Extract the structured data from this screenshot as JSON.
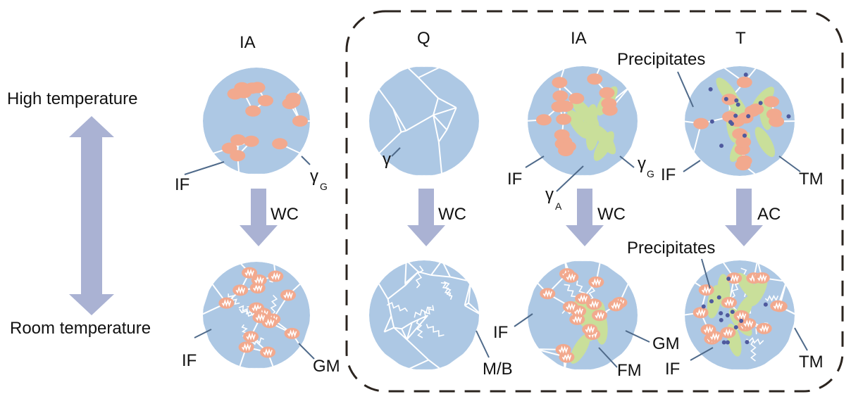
{
  "left_axis": {
    "high": "High temperature",
    "low": "Room temperature"
  },
  "columns": [
    {
      "title": "IA",
      "top_labels": {
        "if": "IF",
        "gamma": "γ",
        "gamma_sub": "G"
      },
      "arrow": "WC",
      "bottom_labels": {
        "if": "IF",
        "gm": "GM"
      }
    },
    {
      "title": "Q",
      "top_labels": {
        "gamma": "γ"
      },
      "arrow": "WC",
      "bottom_labels": {
        "mb": "M/B"
      }
    },
    {
      "title": "IA",
      "top_labels": {
        "if": "IF",
        "gamma_g": "γ",
        "gamma_g_sub": "G",
        "gamma_a": "γ",
        "gamma_a_sub": "A"
      },
      "arrow": "WC",
      "bottom_labels": {
        "if": "IF",
        "gm": "GM",
        "fm": "FM"
      }
    },
    {
      "title": "T",
      "top_labels": {
        "precipitates": "Precipitates",
        "if": "IF",
        "tm": "TM"
      },
      "arrow": "AC",
      "bottom_labels": {
        "precipitates": "Precipitates",
        "if": "IF",
        "tm": "TM"
      }
    }
  ],
  "colors": {
    "matrix": "#adc8e4",
    "boundary": "#ffffff",
    "gamma_g": "#f2a98e",
    "gamma_a": "#c9df9a",
    "precipitate": "#4f5a9e",
    "arrow": "#aab2d3",
    "frame": "#2b241f"
  }
}
